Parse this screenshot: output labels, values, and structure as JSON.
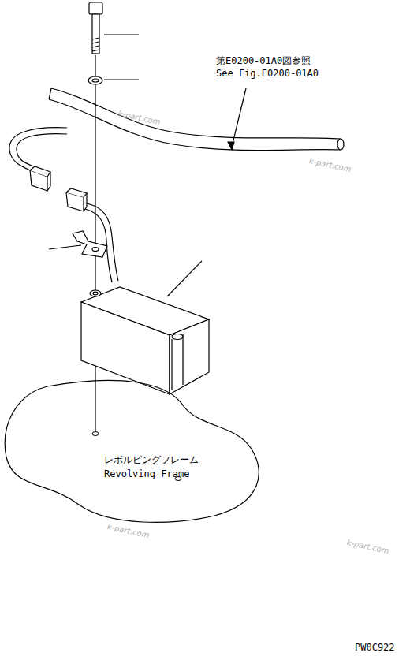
{
  "diagram": {
    "nodes": [
      {
        "text": [
          "レボルビングフレーム",
          "Revolving Frame"
        ]
      }
    ],
    "labels": [
      "第E0200-01A0図参照",
      "See Fig.E0200-01A0",
      "k-part.com",
      "k-part.com",
      "k-part.com",
      "k-part.com",
      "PW0C922"
    ]
  }
}
